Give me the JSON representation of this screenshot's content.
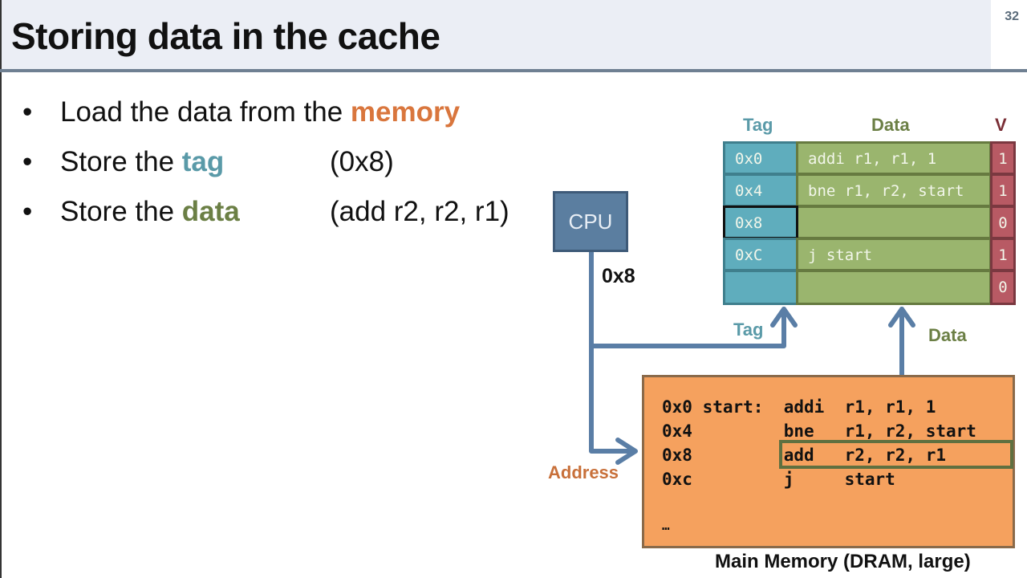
{
  "slide": {
    "title": "Storing data in the cache",
    "number": "32"
  },
  "bullets": [
    {
      "prefix": "Load the data from the ",
      "keyword": "memory",
      "detail": ""
    },
    {
      "prefix": "Store the ",
      "keyword": "tag",
      "detail": "(0x8)"
    },
    {
      "prefix": "Store the ",
      "keyword": "data",
      "detail": "(add r2, r2, r1)"
    }
  ],
  "bullet_glyph": "•",
  "cache": {
    "headers": {
      "tag": "Tag",
      "data": "Data",
      "valid": "V"
    },
    "rows": [
      {
        "tag": "0x0",
        "data": "addi r1, r1, 1",
        "valid": "1"
      },
      {
        "tag": "0x4",
        "data": "bne r1, r2, start",
        "valid": "1"
      },
      {
        "tag": "0x8",
        "data": "",
        "valid": "0",
        "highlighted": true
      },
      {
        "tag": "0xC",
        "data": "j start",
        "valid": "1"
      },
      {
        "tag": "",
        "data": "",
        "valid": "0"
      }
    ]
  },
  "cpu": {
    "label": "CPU",
    "address_value": "0x8"
  },
  "wires": {
    "tag_label": "Tag",
    "data_label": "Data",
    "address_label": "Address"
  },
  "memory": {
    "lines": [
      "0x0 start:  addi  r1, r1, 1",
      "0x4         bne   r1, r2, start",
      "0x8         add   r2, r2, r1",
      "0xc         j     start",
      "",
      "…"
    ],
    "highlighted_line": 2,
    "caption": "Main Memory (DRAM, large)"
  },
  "colors": {
    "tag": "#5a9aa8",
    "data": "#6b7f45",
    "valid": "#7a2e36",
    "memory_keyword": "#d9763d",
    "address_label": "#c8703a",
    "wire": "#5a7ea6"
  }
}
